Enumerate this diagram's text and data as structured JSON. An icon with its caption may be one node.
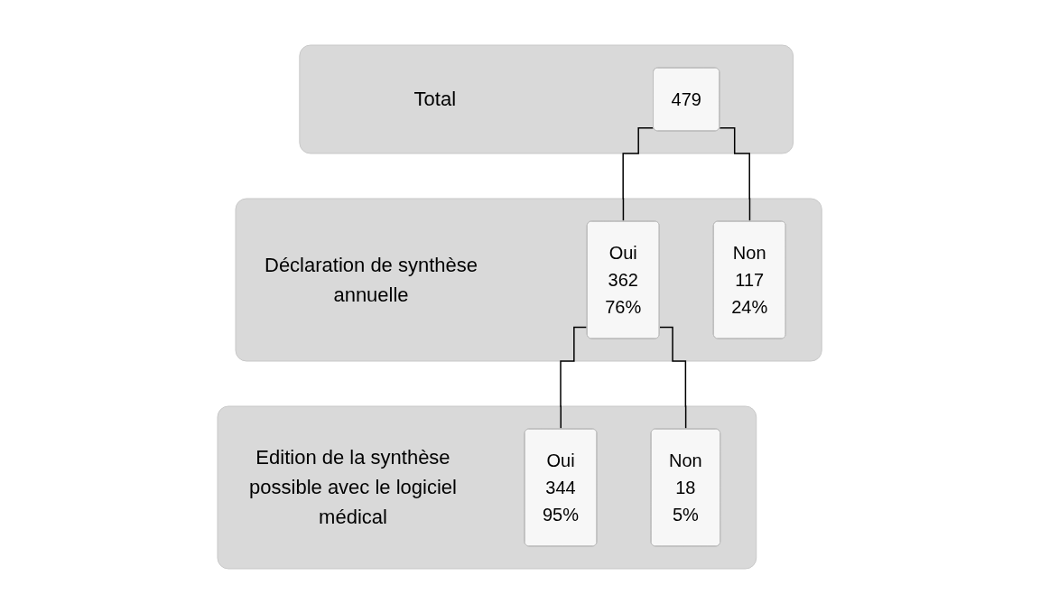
{
  "diagram": {
    "nodes": [
      {
        "text": [
          "Total"
        ]
      },
      {
        "text": [
          "479"
        ],
        "in": 0
      },
      {
        "text": [
          "Déclaration de synthèse annuelle"
        ]
      },
      {
        "text": [
          "Oui",
          "362",
          "76%"
        ],
        "in": 2
      },
      {
        "text": [
          "Non",
          "117",
          "24%"
        ],
        "in": 2
      },
      {
        "text": [
          "Edition de la synthèse possible avec le logiciel médical"
        ]
      },
      {
        "text": [
          "Oui",
          "344",
          "95%"
        ],
        "in": 5
      },
      {
        "text": [
          "Non",
          "18",
          "5%"
        ],
        "in": 5
      }
    ],
    "edges": [
      {
        "from": 1,
        "to": 3,
        "arrow": "none"
      },
      {
        "from": 1,
        "to": 4,
        "arrow": "none"
      },
      {
        "from": 3,
        "to": 6,
        "arrow": "none"
      },
      {
        "from": 3,
        "to": 7,
        "arrow": "none"
      }
    ]
  }
}
